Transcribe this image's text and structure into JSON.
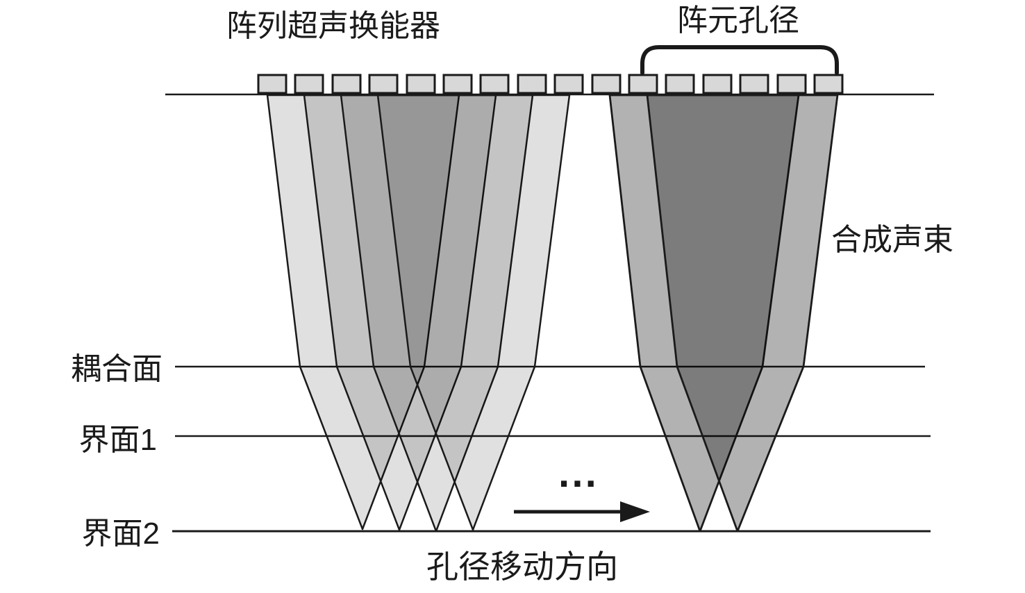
{
  "diagram": {
    "labels": {
      "transducer": "阵列超声换能器",
      "aperture": "阵元孔径",
      "beam": "合成声束",
      "coupling": "耦合面",
      "interface1": "界面1",
      "interface2": "界面2",
      "direction": "孔径移动方向",
      "ellipsis": "···"
    },
    "colors": {
      "element_fill": "#d8d8d8",
      "outline": "#1a1a1a",
      "beam_left_fill": "#000000",
      "beam_right_fill": "#000000",
      "line": "#1a1a1a"
    }
  }
}
